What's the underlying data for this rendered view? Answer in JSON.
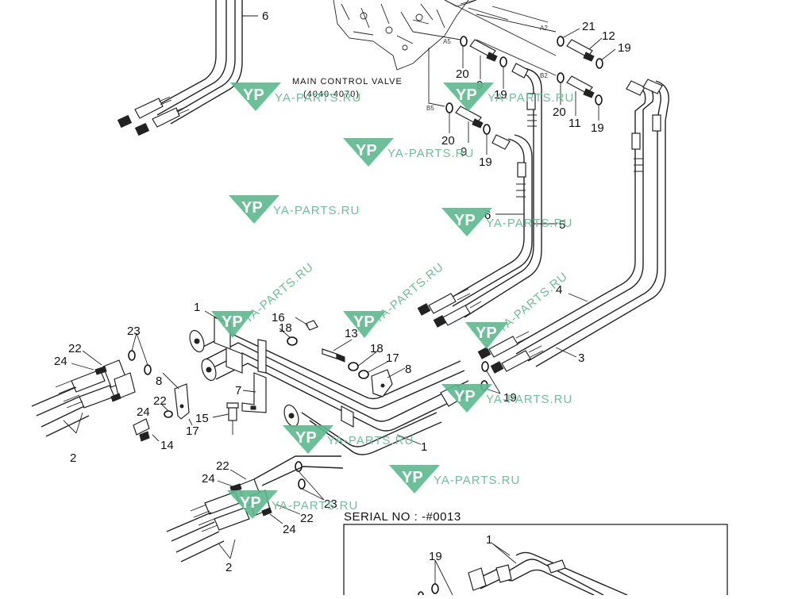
{
  "diagram": {
    "title": "MAIN CONTROL VALVE",
    "subtitle": "(4040-4070)",
    "serial": "SERIAL NO : -#0013",
    "port_labels": [
      "A2",
      "A5",
      "B2",
      "B5"
    ],
    "callouts": {
      "c6_top": "6",
      "c21": "21",
      "c12": "12",
      "c19_a": "19",
      "c20_a": "20",
      "c9_a": "9",
      "c19_b": "19",
      "c20_b": "20",
      "c11": "11",
      "c19_c": "19",
      "c20_c": "20",
      "c9_b": "9",
      "c19_d": "19",
      "c6_mid": "6",
      "c5": "5",
      "c4": "4",
      "c3": "3",
      "c1_a": "1",
      "c16": "16",
      "c18_a": "18",
      "c13": "13",
      "c18_b": "18",
      "c17_a": "17",
      "c8_a": "8",
      "c23_a": "23",
      "c22_a": "22",
      "c24_a": "24",
      "c8_b": "8",
      "c22_b": "22",
      "c24_b": "24",
      "c7": "7",
      "c15": "15",
      "c17_b": "17",
      "c14": "14",
      "c2_a": "2",
      "c19_e": "19",
      "c1_b": "1",
      "c22_c": "22",
      "c24_c": "24",
      "c23_b": "23",
      "c22_d": "22",
      "c24_d": "24",
      "c2_b": "2",
      "c1_c": "1",
      "c19_f": "19"
    }
  },
  "watermark": {
    "text": "YA-PARTS.RU",
    "logo": "YP"
  },
  "colors": {
    "line": "#222222",
    "watermark": "#5cb88d",
    "background": "#ffffff"
  }
}
